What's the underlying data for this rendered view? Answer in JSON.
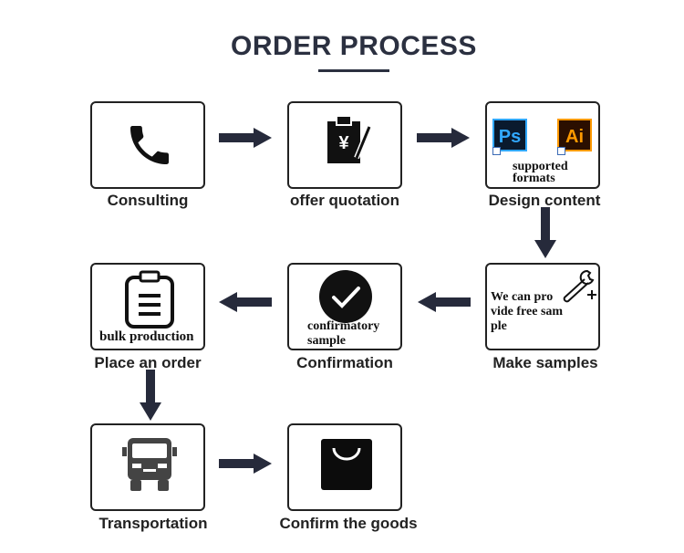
{
  "header": {
    "title": "ORDER PROCESS"
  },
  "steps": [
    {
      "label": "Consulting",
      "icon": "phone-icon"
    },
    {
      "label": "offer quotation",
      "icon": "clipboard-yen-icon"
    },
    {
      "label": "Design content",
      "icon": "design-formats-icon",
      "note_line1": "supported",
      "note_line2": "formats",
      "badges": [
        "Ps",
        "Ai"
      ]
    },
    {
      "label": "Make samples",
      "icon": "wrench-plus-icon",
      "note_line1": "We can pro",
      "note_line2": "vide free sam",
      "note_line3": "ple"
    },
    {
      "label": "Confirmation",
      "icon": "check-circle-icon",
      "note_line1": "confirmatory",
      "note_line2": "sample"
    },
    {
      "label": "Place an order",
      "icon": "clipboard-list-icon",
      "note_line1": "bulk production"
    },
    {
      "label": "Transportation",
      "icon": "truck-icon"
    },
    {
      "label": "Confirm the goods",
      "icon": "shopping-bag-icon"
    }
  ],
  "colors": {
    "arrow": "#262a3b",
    "title": "#2b3040",
    "border": "#222222"
  }
}
